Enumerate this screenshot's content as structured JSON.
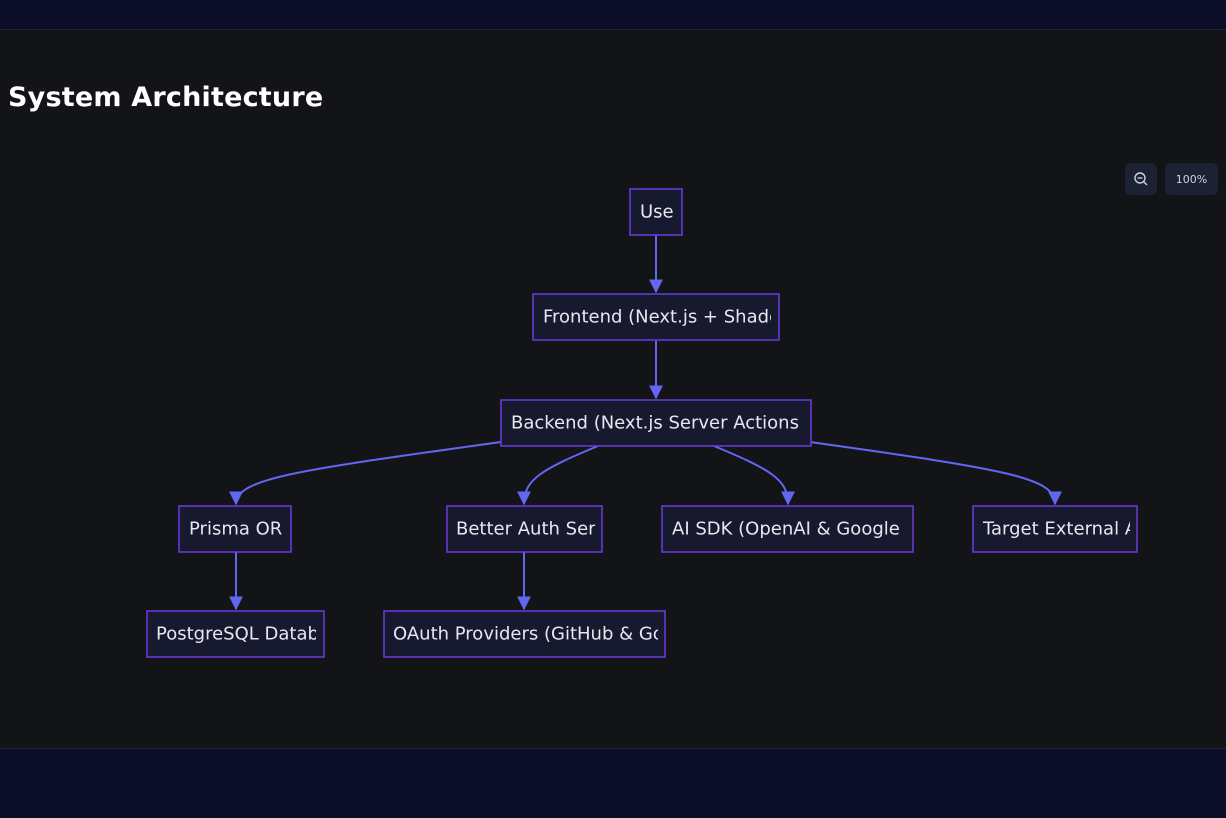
{
  "page": {
    "title": "System Architecture"
  },
  "controls": {
    "zoom_out_icon": "zoom-out-icon",
    "zoom_level": "100%"
  },
  "colors": {
    "background_outer": "#0b0e26",
    "panel": "#131418",
    "node_fill": "#171a2e",
    "node_border": "#6d3be0",
    "edge": "#6366f1",
    "text": "#e6e8f0"
  },
  "diagram": {
    "nodes": {
      "user": "Use",
      "frontend": "Frontend (Next.js + Shadc",
      "backend": "Backend (Next.js Server Actions &",
      "prisma": "Prisma ORM",
      "auth": "Better Auth Serv",
      "ai": "AI SDK (OpenAI & Google",
      "external": "Target External A",
      "postgres": "PostgreSQL Datab",
      "oauth": "OAuth Providers (GitHub & Go"
    },
    "edges": [
      [
        "user",
        "frontend"
      ],
      [
        "frontend",
        "backend"
      ],
      [
        "backend",
        "prisma"
      ],
      [
        "backend",
        "auth"
      ],
      [
        "backend",
        "ai"
      ],
      [
        "backend",
        "external"
      ],
      [
        "prisma",
        "postgres"
      ],
      [
        "auth",
        "oauth"
      ]
    ]
  }
}
